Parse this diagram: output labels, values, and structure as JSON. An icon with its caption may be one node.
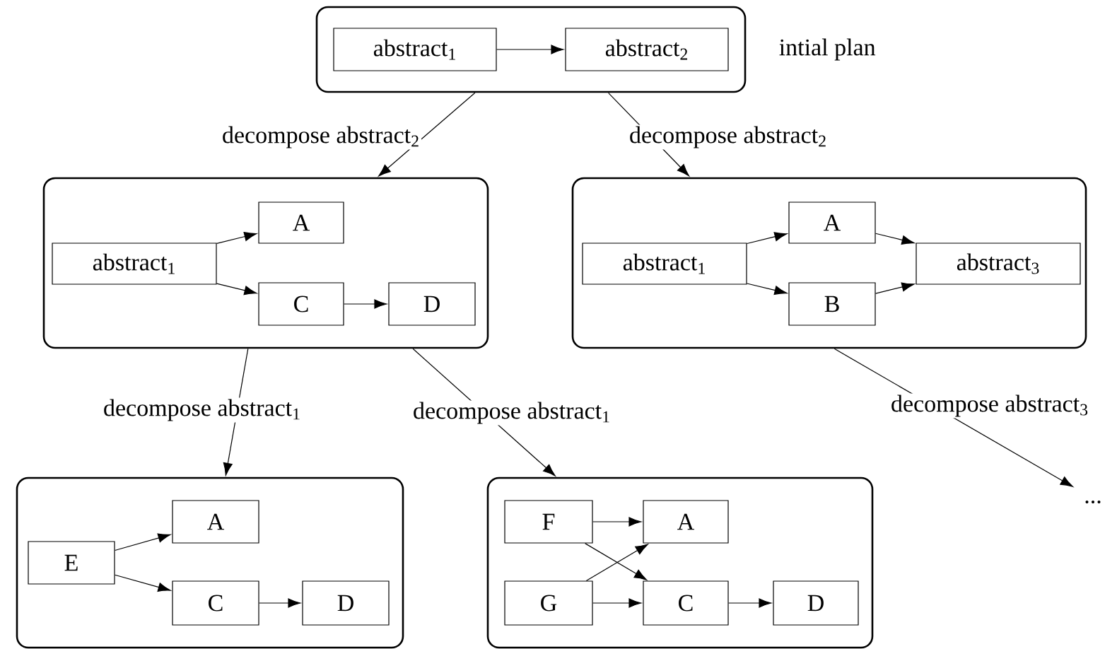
{
  "diagram": {
    "nodes": [
      {
        "text": [],
        "shape": "box",
        "beside": [
          "intial plan"
        ]
      },
      {
        "text": [
          "abstract$_{1}$"
        ],
        "in": 0
      },
      {
        "text": [
          "abstract$_{2}$"
        ],
        "in": 0
      },
      {
        "text": [],
        "shape": "box"
      },
      {
        "text": [
          "abstract$_{1}$"
        ],
        "in": 3
      },
      {
        "text": [
          "A"
        ],
        "in": 3
      },
      {
        "text": [
          "C"
        ],
        "in": 3
      },
      {
        "text": [
          "D"
        ],
        "in": 3
      },
      {
        "text": [],
        "shape": "box"
      },
      {
        "text": [
          "abstract$_{1}$"
        ],
        "in": 8
      },
      {
        "text": [
          "A"
        ],
        "in": 8
      },
      {
        "text": [
          "B"
        ],
        "in": 8
      },
      {
        "text": [
          "abstract$_{3}$"
        ],
        "in": 8
      },
      {
        "text": [],
        "shape": "box"
      },
      {
        "text": [
          "E"
        ],
        "in": 13
      },
      {
        "text": [
          "A"
        ],
        "in": 13
      },
      {
        "text": [
          "C"
        ],
        "in": 13
      },
      {
        "text": [
          "D"
        ],
        "in": 13
      },
      {
        "text": [],
        "shape": "box"
      },
      {
        "text": [
          "F"
        ],
        "in": 18
      },
      {
        "text": [
          "A"
        ],
        "in": 18
      },
      {
        "text": [
          "G"
        ],
        "in": 18
      },
      {
        "text": [
          "C"
        ],
        "in": 18
      },
      {
        "text": [
          "D"
        ],
        "in": 18
      },
      {
        "text": [
          "..."
        ]
      }
    ],
    "edges": [
      {
        "from": 1,
        "to": 2,
        "arrow": "to"
      },
      {
        "from": 0,
        "to": 3,
        "arrow": "to",
        "label": "decompose abstract$_{2}$"
      },
      {
        "from": 0,
        "to": 8,
        "arrow": "to",
        "label": "decompose abstract$_{2}$"
      },
      {
        "from": 4,
        "to": 5,
        "arrow": "to"
      },
      {
        "from": 4,
        "to": 6,
        "arrow": "to"
      },
      {
        "from": 6,
        "to": 7,
        "arrow": "to"
      },
      {
        "from": 9,
        "to": 10,
        "arrow": "to"
      },
      {
        "from": 9,
        "to": 11,
        "arrow": "to"
      },
      {
        "from": 10,
        "to": 12,
        "arrow": "to"
      },
      {
        "from": 11,
        "to": 12,
        "arrow": "to"
      },
      {
        "from": 3,
        "to": 13,
        "arrow": "to",
        "label": "decompose abstract$_{1}$"
      },
      {
        "from": 3,
        "to": 18,
        "arrow": "to",
        "label": "decompose abstract$_{1}$"
      },
      {
        "from": 8,
        "to": 24,
        "arrow": "to",
        "label": "decompose abstract$_{3}$"
      },
      {
        "from": 14,
        "to": 15,
        "arrow": "to"
      },
      {
        "from": 14,
        "to": 16,
        "arrow": "to"
      },
      {
        "from": 16,
        "to": 17,
        "arrow": "to"
      },
      {
        "from": 19,
        "to": 20,
        "arrow": "to"
      },
      {
        "from": 19,
        "to": 22,
        "arrow": "to"
      },
      {
        "from": 21,
        "to": 20,
        "arrow": "to"
      },
      {
        "from": 21,
        "to": 22,
        "arrow": "to"
      },
      {
        "from": 22,
        "to": 23,
        "arrow": "to"
      }
    ]
  }
}
